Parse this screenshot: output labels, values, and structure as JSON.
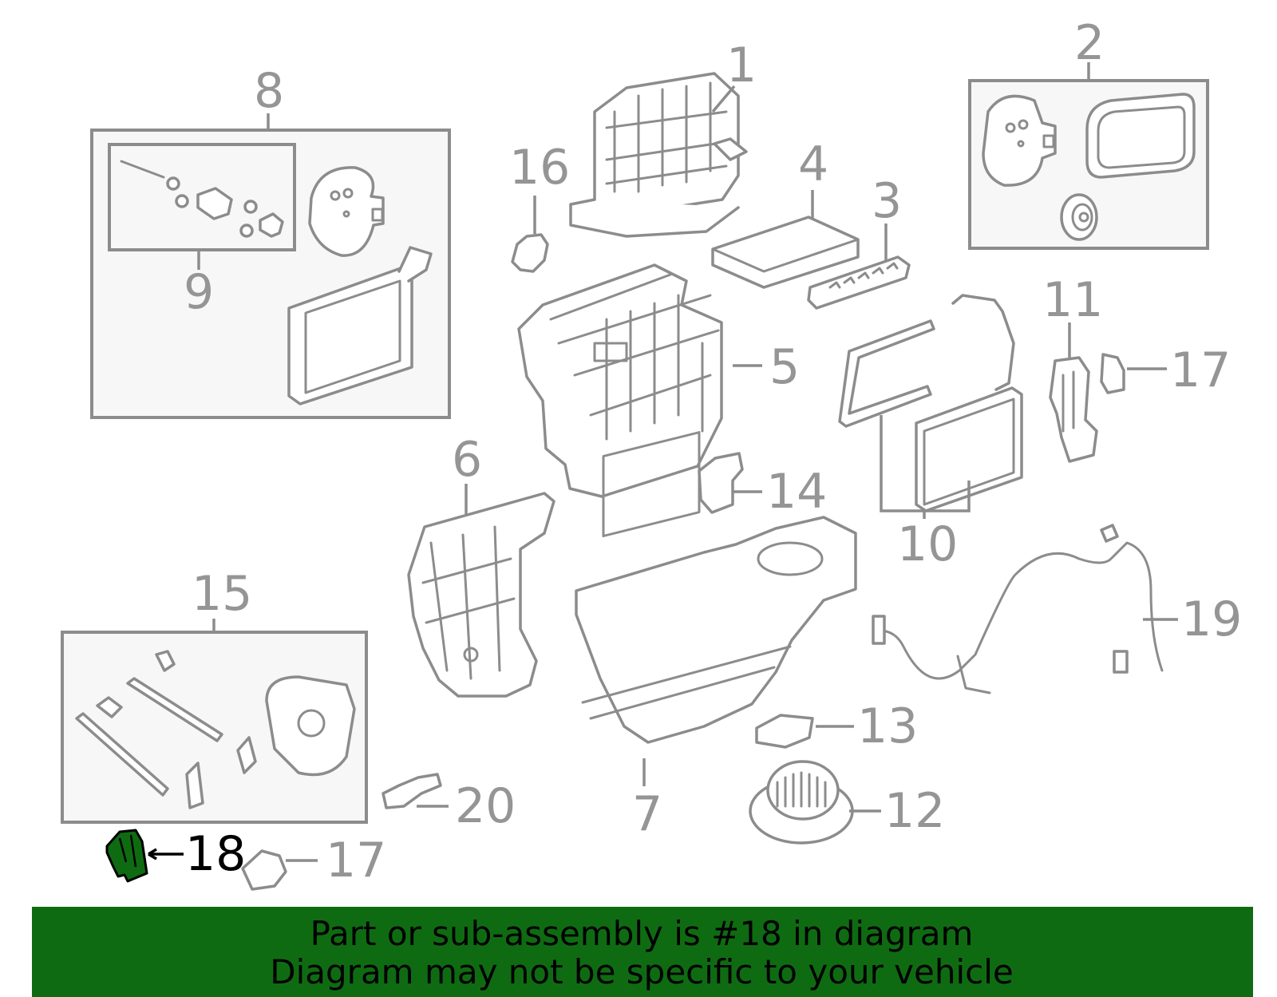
{
  "diagram": {
    "callouts": [
      {
        "id": "1",
        "label": "1"
      },
      {
        "id": "2",
        "label": "2"
      },
      {
        "id": "3",
        "label": "3"
      },
      {
        "id": "4",
        "label": "4"
      },
      {
        "id": "5",
        "label": "5"
      },
      {
        "id": "6",
        "label": "6"
      },
      {
        "id": "7",
        "label": "7"
      },
      {
        "id": "8",
        "label": "8"
      },
      {
        "id": "9",
        "label": "9"
      },
      {
        "id": "10",
        "label": "10"
      },
      {
        "id": "11",
        "label": "11"
      },
      {
        "id": "12",
        "label": "12"
      },
      {
        "id": "13",
        "label": "13"
      },
      {
        "id": "14",
        "label": "14"
      },
      {
        "id": "15",
        "label": "15"
      },
      {
        "id": "16",
        "label": "16"
      },
      {
        "id": "17a",
        "label": "17"
      },
      {
        "id": "17b",
        "label": "17"
      },
      {
        "id": "18",
        "label": "18"
      },
      {
        "id": "19",
        "label": "19"
      },
      {
        "id": "20",
        "label": "20"
      }
    ],
    "highlighted_part": "18",
    "highlight_color": "#0f6b12",
    "line_color": "#8c8c8c"
  },
  "banner": {
    "line1": "Part or sub-assembly is #18 in diagram",
    "line2": "Diagram may not be specific to your vehicle",
    "background": "#0f6b12"
  }
}
